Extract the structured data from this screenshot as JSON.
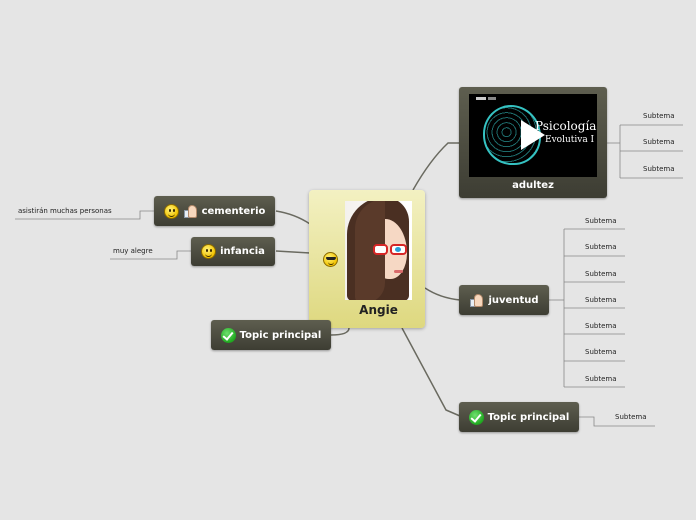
{
  "map": {
    "central": {
      "title": "Angie",
      "image": "portrait-woman-red-glasses",
      "icon": "cool-sunglasses-icon"
    },
    "left": [
      {
        "label": "cementerio",
        "icons": [
          "smiley-icon",
          "thumbs-up-icon"
        ],
        "notes": [
          "asistirán muchas personas"
        ]
      },
      {
        "label": "infancia",
        "icons": [
          "smiley-icon"
        ],
        "notes": [
          "muy alegre"
        ]
      },
      {
        "label": "Topic principal",
        "icons": [
          "check-icon"
        ],
        "notes": []
      }
    ],
    "right": [
      {
        "label": "adultez",
        "image": "psicologia-evolutiva-video",
        "image_text": [
          "Psicología",
          "Evolutiva I"
        ],
        "notes": [
          "Subtema",
          "Subtema",
          "Subtema"
        ]
      },
      {
        "label": "juventud",
        "icons": [
          "thumbs-up-icon"
        ],
        "notes": [
          "Subtema",
          "Subtema",
          "Subtema",
          "Subtema",
          "Subtema",
          "Subtema",
          "Subtema"
        ]
      },
      {
        "label": "Topic principal",
        "icons": [
          "check-icon"
        ],
        "notes": [
          "Subtema"
        ]
      }
    ]
  },
  "colors": {
    "background": "#e5e5e5",
    "node_dark": "#4a4a3e",
    "central_top": "#f2f0b8",
    "central_bottom": "#d6d07e",
    "line": "#6a6a60",
    "brain": "#35c2c2"
  }
}
